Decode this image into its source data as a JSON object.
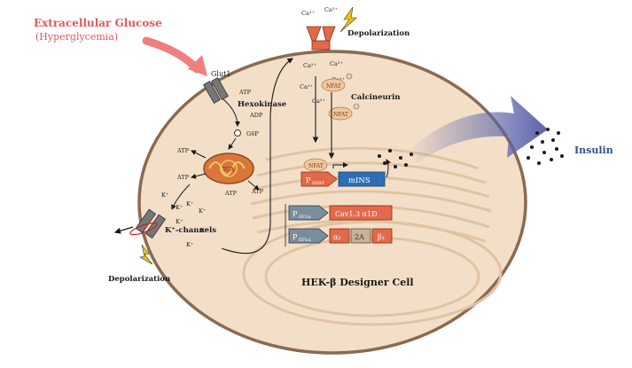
{
  "colors": {
    "cell_fill": "#f3dfc8",
    "cell_outline": "#8a6a50",
    "er_line": "#e1c3a4",
    "title_red": "#e05a5a",
    "arrow_pink": "#f07f80",
    "insulin_arrow": "#5a62a8",
    "insulin_text": "#2f4f8f",
    "bolt_yellow": "#f2c800",
    "promoter_grey": "#7a8d9c",
    "gene_orange": "#e26a4a",
    "mins_blue": "#2d6fb7",
    "mito_orange": "#d9773a"
  },
  "header": {
    "title": "Extracellular Glucose",
    "subtitle": "(Hyperglycemia)"
  },
  "labels": {
    "glut1": "Glut1",
    "atp_a": "ATP",
    "hexokinase": "Hexokinase",
    "adp": "ADP",
    "g6p": "G6P",
    "calcineurin": "Calcineurin",
    "nfat_a": "NFAT",
    "nfat_b": "NFAT",
    "nfat_c": "NFAT",
    "ca_top_1": "Ca²⁺",
    "ca_top_2": "Ca²⁺",
    "ca_in_1": "Ca²⁺",
    "ca_in_2": "Ca²⁺",
    "ca_in_3": "Ca²⁺",
    "ca_in_4": "Ca²⁺",
    "ca_in_5": "Ca²⁺",
    "depolarization_top": "Depolarization",
    "depolarization_bottom": "Depolarization",
    "atp_1": "ATP",
    "atp_2": "ATP",
    "atp_3": "ATP",
    "atp_4": "ATP",
    "k_1": "K⁺",
    "k_2": "K⁺",
    "k_3": "K⁺",
    "k_4": "K⁺",
    "k_5": "K⁺",
    "k_6": "K⁺",
    "k_7": "K⁺",
    "k_channels": "K⁺-channels",
    "insulin": "Insulin",
    "cell_title": "HEK-β Designer Cell",
    "mito_text": "TCA",
    "p_nfat": "P",
    "p_nfat_sub": "NFAT",
    "gene_mins": "mINS",
    "p_ef1": "P",
    "p_ef1_sub": "EF1α",
    "gene_cav": "Cav1.3 α1D",
    "p_ef1_b": "P",
    "p_ef1_b_sub": "EF1α",
    "gene_a2": "α₂",
    "gene_2a": "2A",
    "gene_b3": "β₃"
  }
}
